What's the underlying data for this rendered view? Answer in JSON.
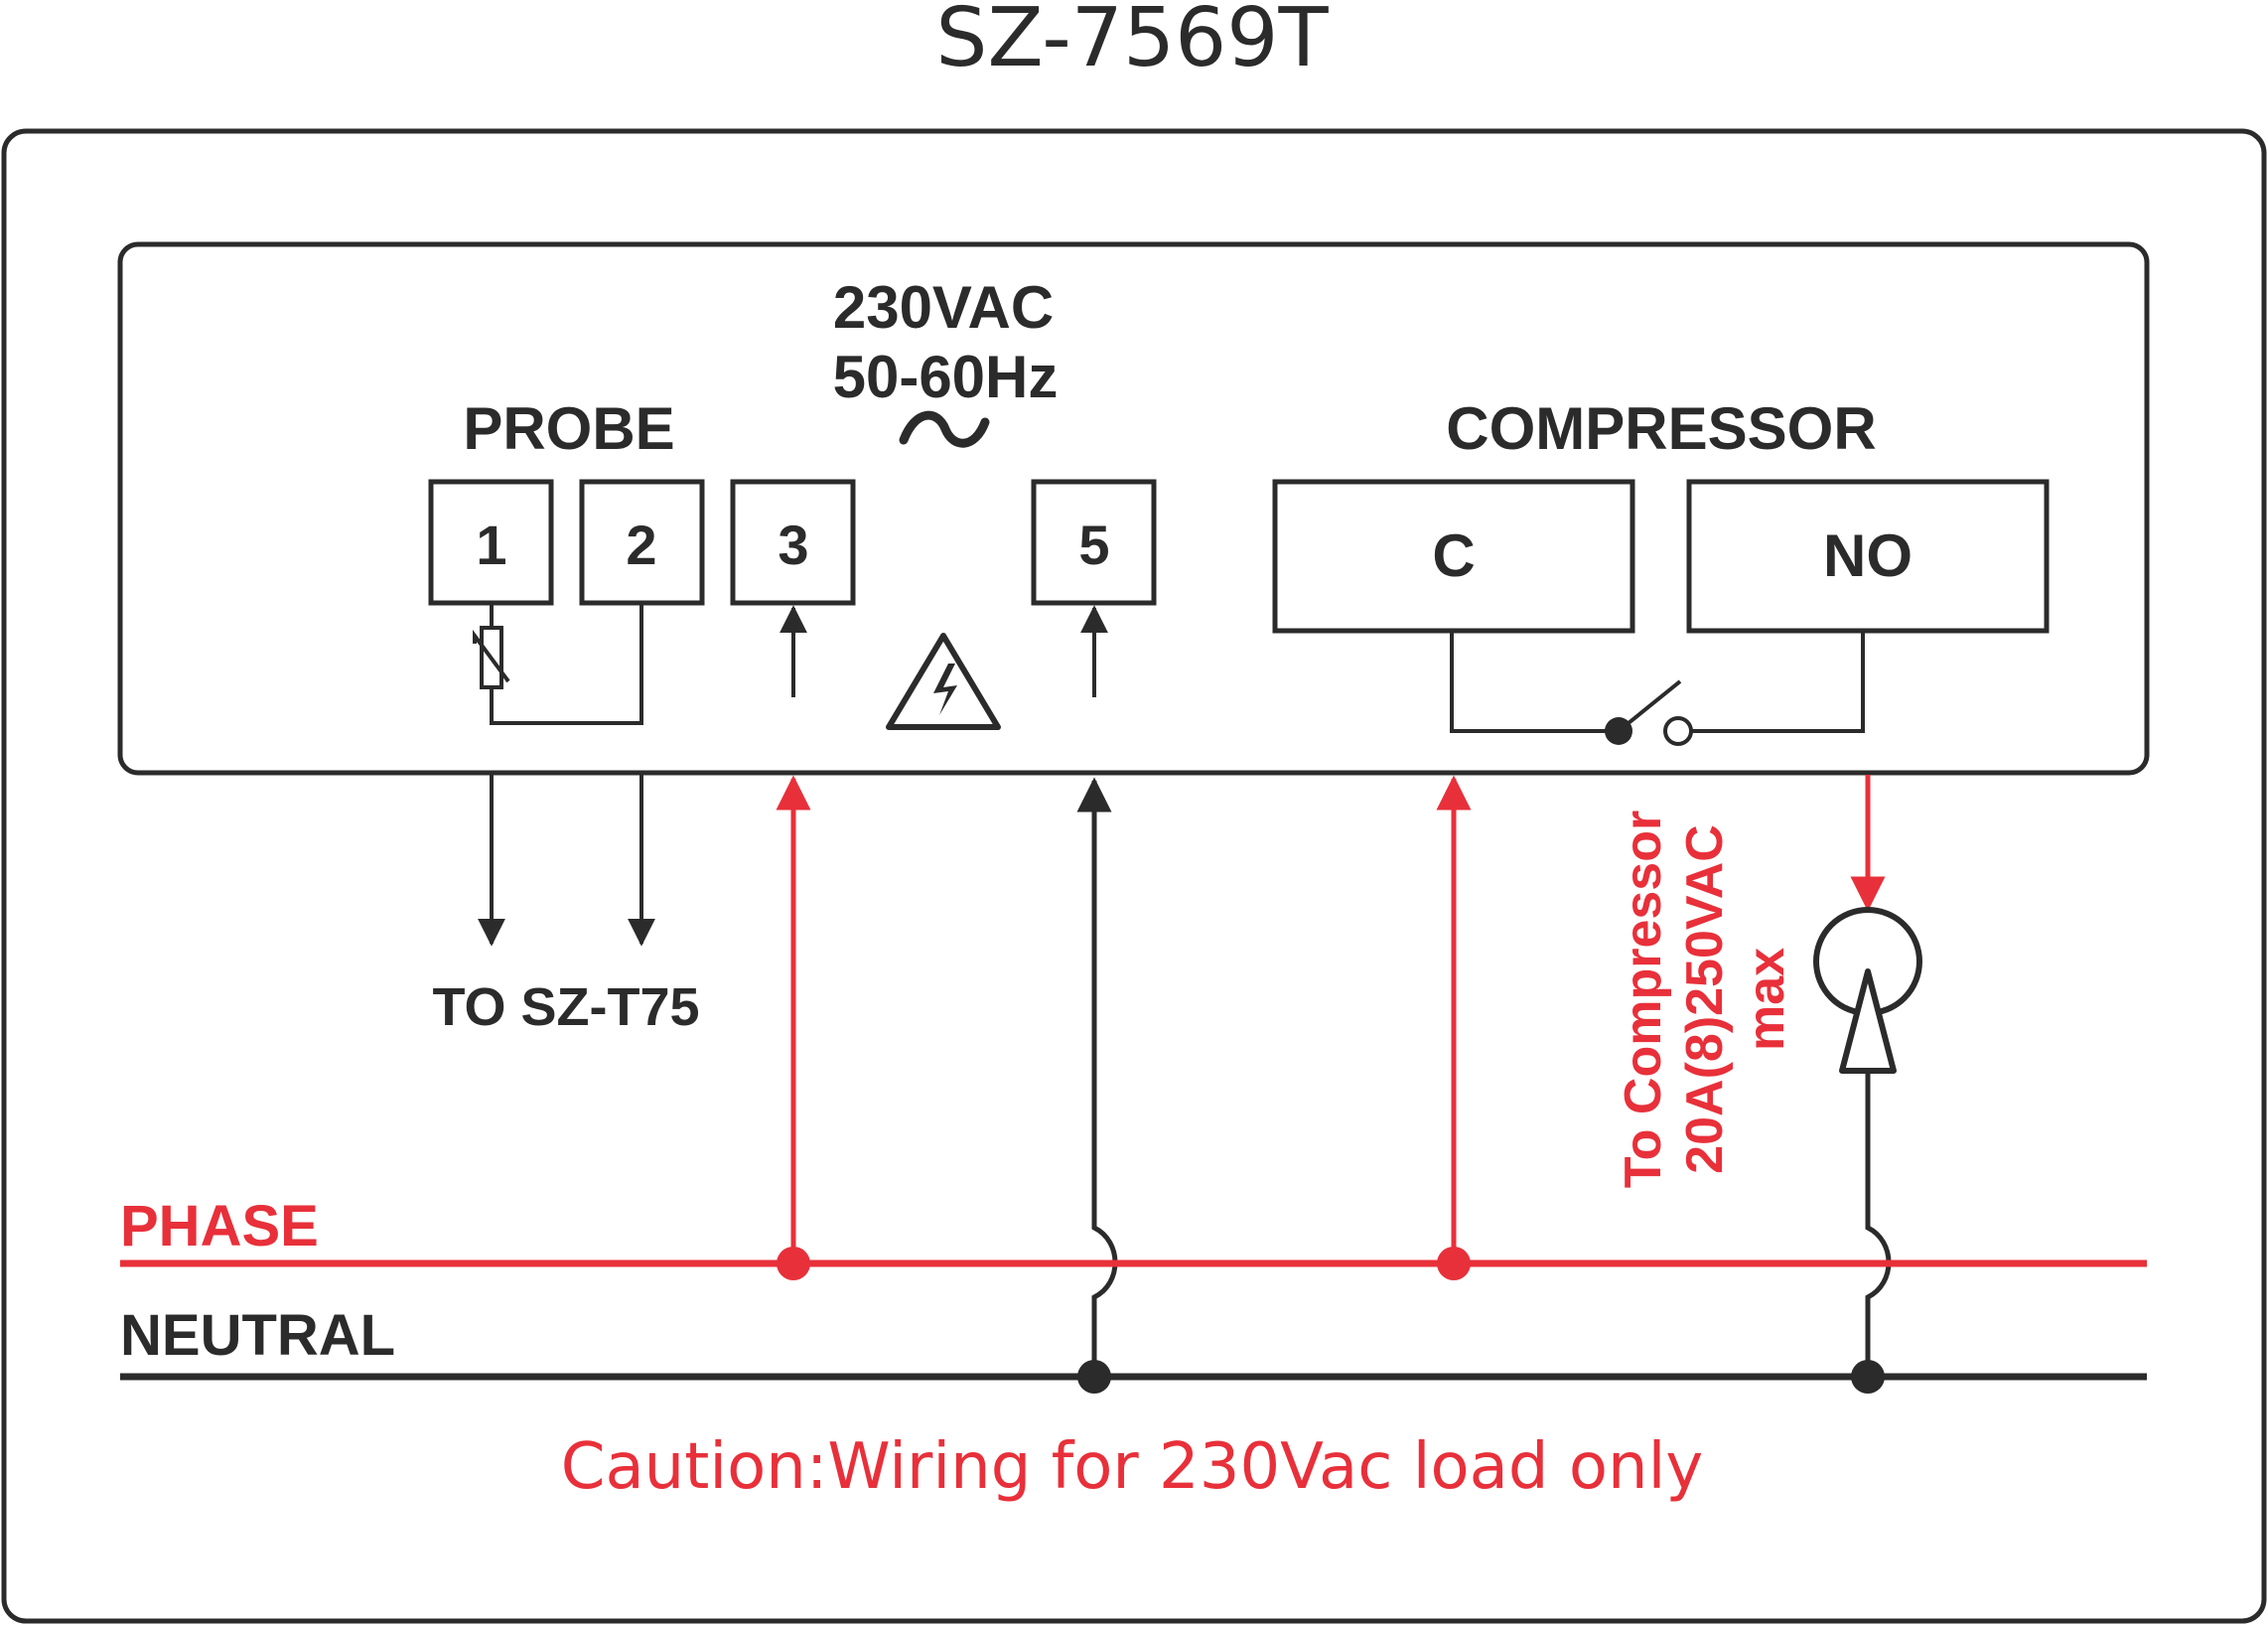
{
  "title": "SZ-7569T",
  "supply": {
    "voltage": "230VAC",
    "frequency": "50-60Hz",
    "ac_symbol": "~"
  },
  "probe": {
    "label": "PROBE",
    "output_label": "TO SZ-T75"
  },
  "terminals": {
    "t1": "1",
    "t2": "2",
    "t3": "3",
    "t5": "5"
  },
  "compressor": {
    "label": "COMPRESSOR",
    "c_label": "C",
    "no_label": "NO",
    "rating_line1": "To Compressor",
    "rating_line2": "20A(8)250VAC",
    "rating_line3": "max"
  },
  "lines": {
    "phase": "PHASE",
    "neutral": "NEUTRAL"
  },
  "caution": "Caution:Wiring for 230Vac load only",
  "colors": {
    "red": "#e8303a",
    "dark": "#2b2b2b"
  }
}
